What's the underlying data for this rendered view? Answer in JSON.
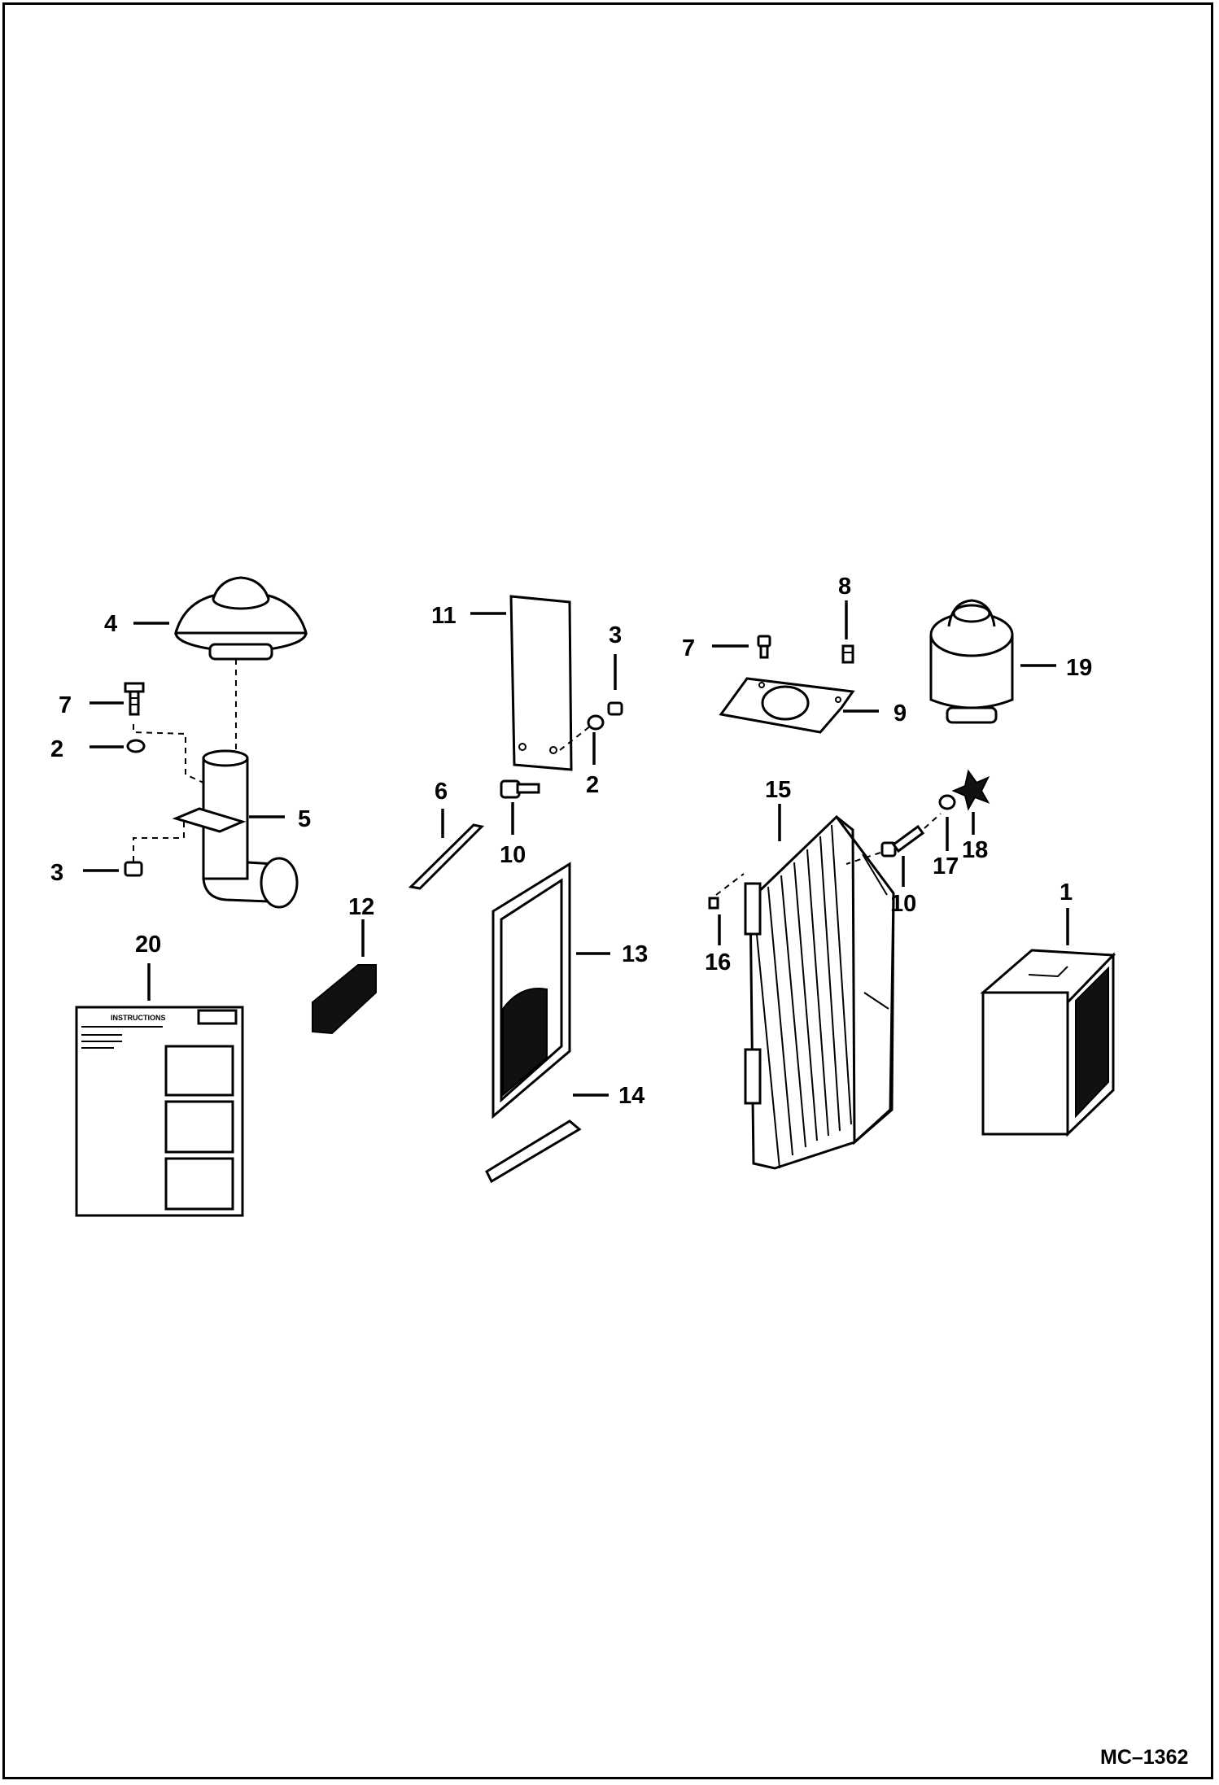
{
  "figure": {
    "code": "MC–1362",
    "callouts": [
      "1",
      "2",
      "3",
      "4",
      "5",
      "6",
      "7",
      "8",
      "9",
      "10",
      "11",
      "12",
      "13",
      "14",
      "15",
      "16",
      "17",
      "18",
      "19",
      "20"
    ]
  },
  "decal": {
    "heading": "INSTRUCTIONS"
  }
}
